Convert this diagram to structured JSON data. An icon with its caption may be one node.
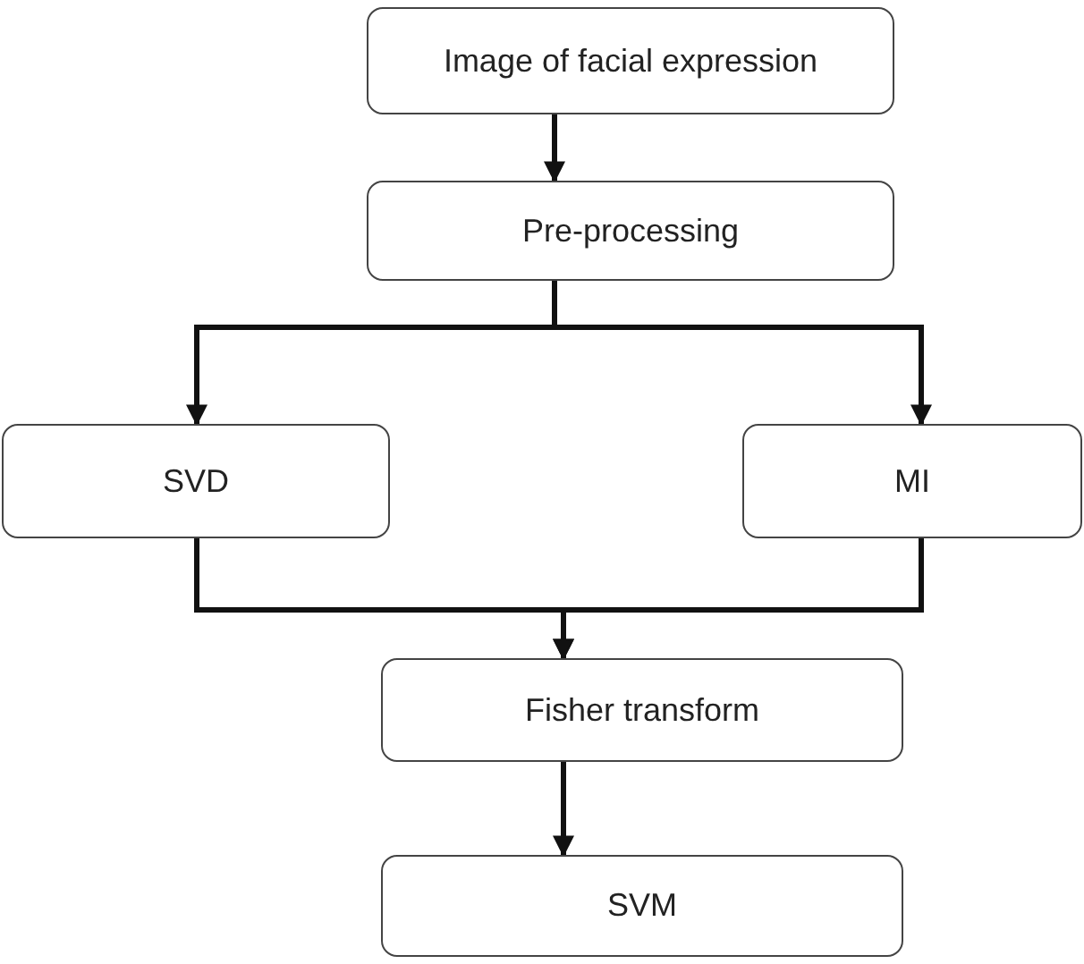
{
  "diagram": {
    "nodes": [
      {
        "text": [
          "Image of facial expression"
        ]
      },
      {
        "text": [
          "Pre-processing"
        ]
      },
      {
        "text": [
          "SVD"
        ]
      },
      {
        "text": [
          "MI"
        ]
      },
      {
        "text": [
          "Fisher transform"
        ]
      },
      {
        "text": [
          "SVM"
        ]
      }
    ],
    "edges": [
      {
        "from": 0,
        "to": 1,
        "arrow": "to"
      },
      {
        "from": 1,
        "to": 2,
        "arrow": "to"
      },
      {
        "from": 1,
        "to": 3,
        "arrow": "to"
      },
      {
        "from": 2,
        "to": 4,
        "arrow": "to"
      },
      {
        "from": 3,
        "to": 4,
        "arrow": "to"
      },
      {
        "from": 4,
        "to": 5,
        "arrow": "to"
      }
    ]
  }
}
